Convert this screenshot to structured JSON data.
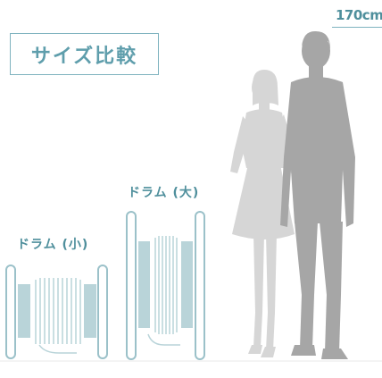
{
  "title": "サイズ比較",
  "height_marker": "170cm",
  "drums": {
    "small": {
      "label": "ドラム (小)"
    },
    "large": {
      "label": "ドラム (大)"
    }
  },
  "colors": {
    "accent": "#5f9eac",
    "drum_fill": "#b9d4d9",
    "drum_stroke": "#9bc1c9",
    "woman": "#d6d6d6",
    "man": "#a6a6a6"
  }
}
